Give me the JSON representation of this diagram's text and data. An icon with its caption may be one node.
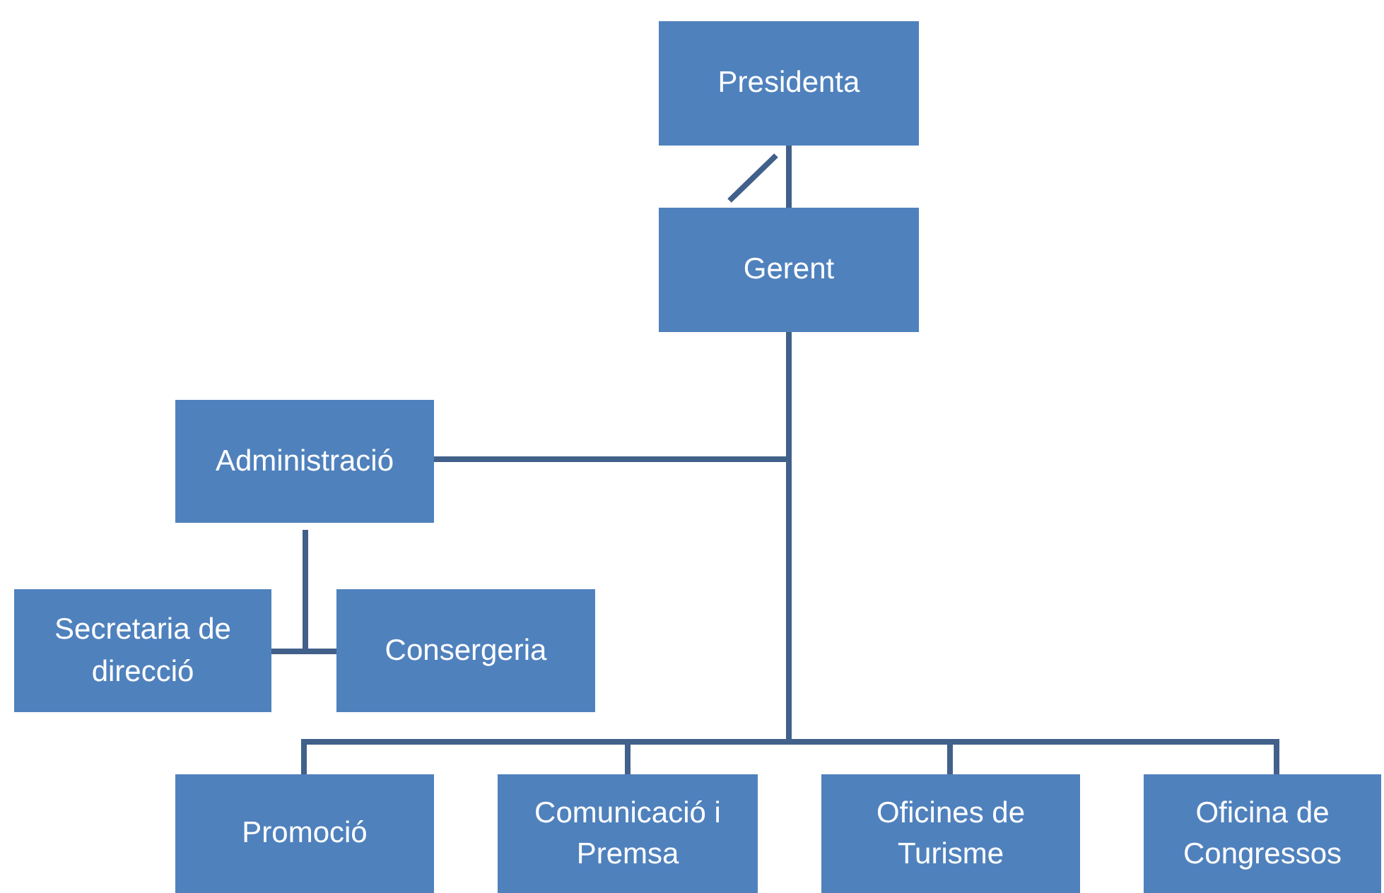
{
  "diagram": {
    "nodes": [
      {
        "text": [
          "Presidenta"
        ]
      },
      {
        "text": [
          "Gerent"
        ]
      },
      {
        "text": [
          "Administració"
        ]
      },
      {
        "text": [
          "Secretaria de direcció"
        ]
      },
      {
        "text": [
          "Consergeria"
        ]
      },
      {
        "text": [
          "Promoció"
        ]
      },
      {
        "text": [
          "Comunicació i Premsa"
        ]
      },
      {
        "text": [
          "Oficines de Turisme"
        ]
      },
      {
        "text": [
          "Oficina de Congressos"
        ]
      }
    ],
    "edges": [
      {
        "from": 0,
        "to": 1,
        "arrow": "none"
      },
      {
        "from": 1,
        "to": 2,
        "arrow": "none"
      },
      {
        "from": 2,
        "to": 3,
        "arrow": "none"
      },
      {
        "from": 2,
        "to": 4,
        "arrow": "none"
      },
      {
        "from": 1,
        "to": 5,
        "arrow": "none"
      },
      {
        "from": 1,
        "to": 6,
        "arrow": "none"
      },
      {
        "from": 1,
        "to": 7,
        "arrow": "none"
      },
      {
        "from": 1,
        "to": 8,
        "arrow": "none"
      }
    ]
  }
}
